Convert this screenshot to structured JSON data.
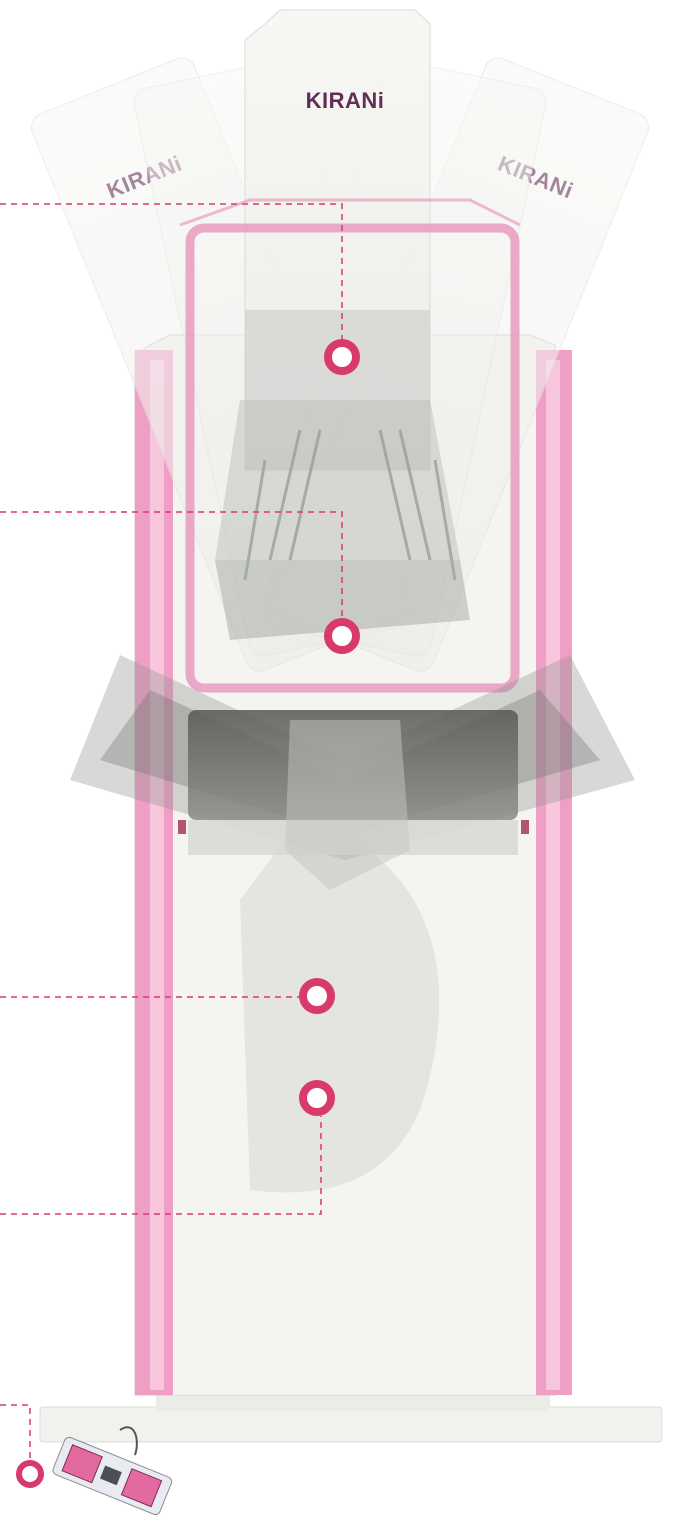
{
  "brand": {
    "name": "KIRANi",
    "text_color": "#5a2350"
  },
  "colors": {
    "accent": "#d83a6b",
    "frame_pink": "#ec9cc3",
    "body_white": "#f3f3ef",
    "panel_grey": "#6f726e"
  },
  "hotspots": [
    {
      "name": "tube-head-hotspot",
      "icon": "circle-marker-icon"
    },
    {
      "name": "compression-area-hotspot",
      "icon": "circle-marker-icon"
    },
    {
      "name": "column-hotspot",
      "icon": "circle-marker-icon"
    },
    {
      "name": "lower-column-hotspot",
      "icon": "circle-marker-icon"
    },
    {
      "name": "foot-controller-hotspot",
      "icon": "circle-marker-icon"
    }
  ],
  "accessory": {
    "icon": "foot-pedal-icon"
  }
}
